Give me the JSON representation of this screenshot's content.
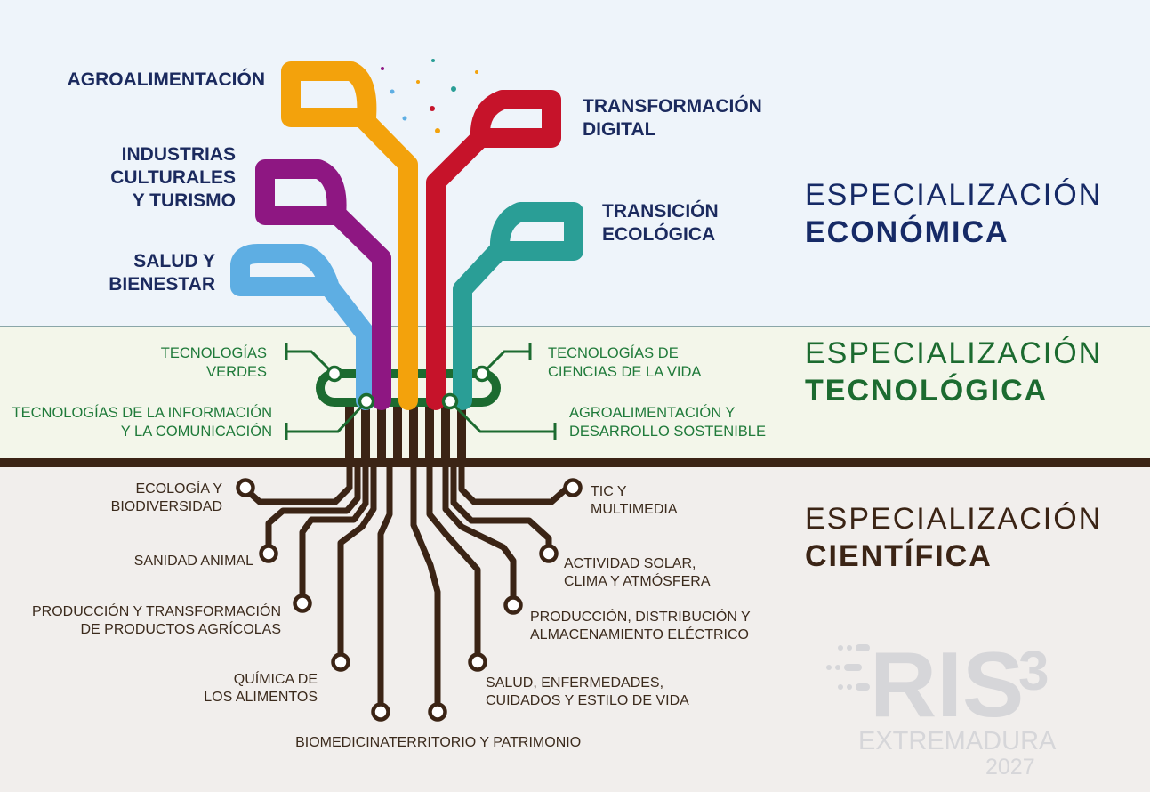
{
  "levels": {
    "economic": {
      "line1": "ESPECIALIZACIÓN",
      "line2": "ECONÓMICA",
      "color": "#162a66"
    },
    "technological": {
      "line1": "ESPECIALIZACIÓN",
      "line2": "TECNOLÓGICA",
      "color": "#1c6b30"
    },
    "scientific": {
      "line1": "ESPECIALIZACIÓN",
      "line2": "CIENTÍFICA",
      "color": "#3b2415"
    }
  },
  "economic_areas": [
    {
      "label": [
        "AGROALIMENTACIÓN"
      ],
      "color": "#f3a20c"
    },
    {
      "label": [
        "INDUSTRIAS",
        "CULTURALES",
        "Y TURISMO"
      ],
      "color": "#8e1782"
    },
    {
      "label": [
        "SALUD Y",
        "BIENESTAR"
      ],
      "color": "#5eaee3"
    },
    {
      "label": [
        "TRANSFORMACIÓN",
        "DIGITAL"
      ],
      "color": "#c6132a"
    },
    {
      "label": [
        "TRANSICIÓN",
        "ECOLÓGICA"
      ],
      "color": "#2a9e96"
    }
  ],
  "technologies": [
    {
      "label": [
        "TECNOLOGÍAS",
        "VERDES"
      ]
    },
    {
      "label": [
        "TECNOLOGÍAS DE LA INFORMACIÓN",
        "Y LA COMUNICACIÓN"
      ]
    },
    {
      "label": [
        "TECNOLOGÍAS DE",
        "CIENCIAS DE LA VIDA"
      ]
    },
    {
      "label": [
        "AGROALIMENTACIÓN Y",
        "DESARROLLO SOSTENIBLE"
      ]
    }
  ],
  "sciences": [
    {
      "label": [
        "ECOLOGÍA Y",
        "BIODIVERSIDAD"
      ]
    },
    {
      "label": [
        "SANIDAD ANIMAL"
      ]
    },
    {
      "label": [
        "PRODUCCIÓN Y TRANSFORMACIÓN",
        "DE PRODUCTOS AGRÍCOLAS"
      ]
    },
    {
      "label": [
        "QUÍMICA DE",
        "LOS ALIMENTOS"
      ]
    },
    {
      "label": [
        "BIOMEDICINA"
      ]
    },
    {
      "label": [
        "TERRITORIO Y PATRIMONIO"
      ]
    },
    {
      "label": [
        "SALUD, ENFERMEDADES,",
        "CUIDADOS Y ESTILO DE VIDA"
      ]
    },
    {
      "label": [
        "PRODUCCIÓN, DISTRIBUCIÓN Y",
        "ALMACENAMIENTO ELÉCTRICO"
      ]
    },
    {
      "label": [
        "ACTIVIDAD SOLAR,",
        "CLIMA Y  ATMÓSFERA"
      ]
    },
    {
      "label": [
        "TIC Y",
        "MULTIMEDIA"
      ]
    }
  ],
  "logo": {
    "brand": "RIS",
    "superscript": "3",
    "region": "EXTREMADURA",
    "year": "2027"
  },
  "colors": {
    "trunk": "#3b2415",
    "tech_ring": "#1c6b30",
    "band_top": "#eef4fa",
    "band_mid": "#f3f6ea",
    "band_bottom": "#f1eeec"
  }
}
